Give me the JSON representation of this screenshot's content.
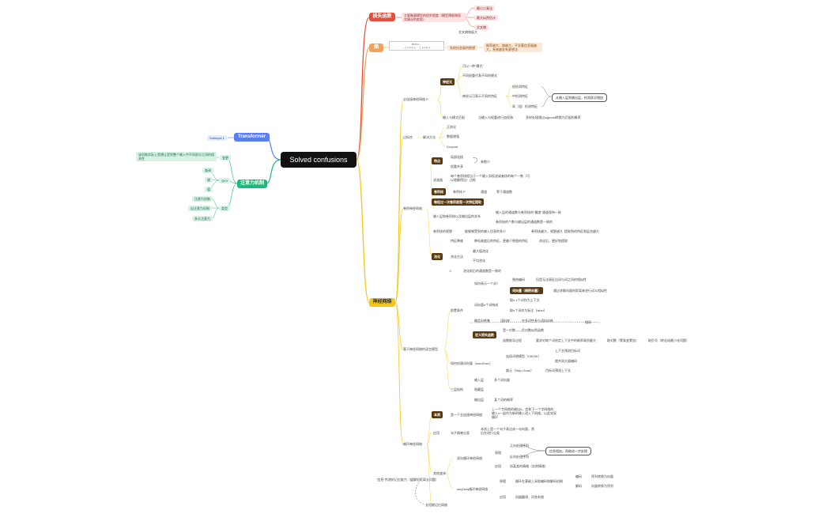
{
  "root": "Solved confusions",
  "left": {
    "transformer": "Transformer",
    "subtopic": "Subtopic 1",
    "attention": "注意力机制",
    "jiehe": "变更",
    "jiehe_text": "该机制实际上是想让是到整个输入中不同部分之间的相关性",
    "qkv": "QKV",
    "q": "查询",
    "k": "键",
    "v": "值",
    "types": "类型",
    "t1": "注意力机制",
    "t2": "自注意力机制",
    "t3": "多头注意力"
  },
  "loss": {
    "title": "损失函数",
    "desc": "主要衡量模型的优劣程度（模型预报和现实情况的差距）",
    "m1": "最小二乘法",
    "m2": "最大似然估计",
    "m3": "交叉熵",
    "note": "交叉熵和极大"
  },
  "entropy": {
    "title": "熵",
    "formula1": "H(X)=...",
    "formula2": "−∑ p·log p ... ∑ p·log q",
    "d1": "系统信息量的期望",
    "d2": "概率越大，熵越大，不显著信息量越大，系统越发有意想法"
  },
  "nn": {
    "title": "神经网络",
    "perceptron": "全连接神经网络",
    "perc_p": "P",
    "neuron": "神经元",
    "n1": "可以一种\"模式\"",
    "n2": "不同权重代表不同的模式",
    "n3": "神经元可表示不同的特征",
    "f1": "低检测特征",
    "f2": "中检测特征",
    "f3": "高（组）检测特征",
    "fout": "从输入层到输出层，检测状况增加",
    "match": "输入与模式匹配",
    "match_d": "当输入与权重进行加权和",
    "match_d2": "多样处理通过sigmoid转换为匹配的概率",
    "overfit": "过拟合",
    "solve": "解决方法",
    "s1": "正则化",
    "s2": "数据增强",
    "s3": "Dropout",
    "cnn": "卷积神经网络",
    "feature": "特点",
    "c_local": "局部连接",
    "c_share": "权重共享",
    "c_note": "参数少",
    "c_filter": "滤波器",
    "c_filter_d": "每个卷积核相当于一个输入如权滤或者核的每个一数（可以理解得出）边框",
    "c_kernel": "卷积核",
    "c_kernel_d": "卷积核",
    "c_kernel_p": "P",
    "c_channel": "通道",
    "c_channel_d": "等于通道数",
    "c_every": "每经过一次卷积就是一次特征提取",
    "c_rel": "输入层和卷积核以及输出层的关系",
    "c_rel1": "输入层的通道数与卷积核的\"最度\"通道保持一致",
    "c_rel2": "卷积核的个数与输出层的通道数是一致的",
    "c_view": "卷积核的视野",
    "c_view_d": "能够感受到的输入信息的多少",
    "c_view_d2": "卷积核越大，视野越大",
    "c_view_d3": "提取到的特征和层也越大",
    "c_pool": "池化",
    "pool_feat": "特征降维",
    "pool_feat_d": "降低维度后的特征，更偏于原图的特征",
    "pool_feat_d2": "池化后，更好地提取",
    "pool_m": "池化方法",
    "pool_max": "最大值池化",
    "pool_avg": "平均池化",
    "pool_ch": "池化前后的通道数是一致的",
    "word": "基于神经网络的语言模型",
    "wv": "前置条件",
    "wv_q": "如何表示一个词?",
    "wv_onehot": "独热编码",
    "wv_onehot_d": "但是无法表征出词与词之间的相似性",
    "wv_vec": "词向量（稠密向量）",
    "wv_vec_d": "通过求解向量的距离来进行词义相似性",
    "wv_train": "词向量n个词构成",
    "wv_train1": "取n-1个词作为上下文",
    "wv_train2": "取n个词作为标注（label）",
    "wv_corpus": "确定训练集",
    "wv_corpus_d": "语料库",
    "wv_corpus_d2": "许多词性参与语料训练",
    "wv_def": "定义损失函数",
    "wv_def1": "是一对数——负对数似然函数",
    "wv_def2": "函数推导过程",
    "wv_def2_d": "要求对每个词给定上下文中的概率乘积最大",
    "wv_def2_d2": "取对数（累乘变累加）",
    "wv_def2_d3": "取负号（转化成最小化问题）",
    "wv_same": "相同",
    "w2v": "如何创建词向量（word2vec）",
    "cbow": "连续词袋模型（CBOW）",
    "cbow_d": "上下文预测目标词",
    "cbow_d2": "就共同大量编码",
    "skip": "跳元（Skip-Gram）",
    "skip_d": "目标词预测上下文",
    "layers": "三层结构",
    "l_in": "输入层",
    "l_in_d": "多个词向量",
    "l_hid": "隐藏层",
    "l_out": "输出层",
    "l_out_d": "某个词的概率",
    "rnn": "循环神经网络",
    "rnn_essence": "本质",
    "rnn_essence_d": "是一个全连接神经网络",
    "rnn_essence_d2": "上一个字网络的输出h，会和下一个字网络的输入x一起作为新的输入进入下网络，以此实现循环",
    "rnn_app": "应用",
    "rnn_app_d": "句子情感分类",
    "rnn_app_d2": "本质上是一个句子表达成一句向量，然后在进行分类",
    "rnn_problem": "\"信息\"传递的记忆能力（缓解短距离长问题）",
    "rnn_other": "其他变体",
    "bi": "双向循环神经网络",
    "bi_p": "原理",
    "bi_p1": "正向处理序列",
    "bi_p2": "反向处理序列",
    "bi_p_out": "信息相加，再做进一步处理",
    "bi_use": "应用",
    "bi_use_d": "如某类的情绪（实例情绪）",
    "s2s": "seq2seq循环神经网络",
    "s2s_p": "原理",
    "s2s_p_d": "循环在基础上采取编码和解码机制",
    "s2s_enc": "编码",
    "s2s_enc_d": "序列转换为向量",
    "s2s_dec": "解码",
    "s2s_dec_d": "向量转换为序列",
    "s2s_use": "应用",
    "s2s_use_d": "机器翻译、问答系统",
    "memory": "长短期记忆网络"
  },
  "colors": {
    "red": "#e84c3d",
    "orange": "#f0a35a",
    "yellow": "#f5c518",
    "green": "#1db87a",
    "blue": "#5b7df5",
    "dark": "#5a3a12"
  }
}
